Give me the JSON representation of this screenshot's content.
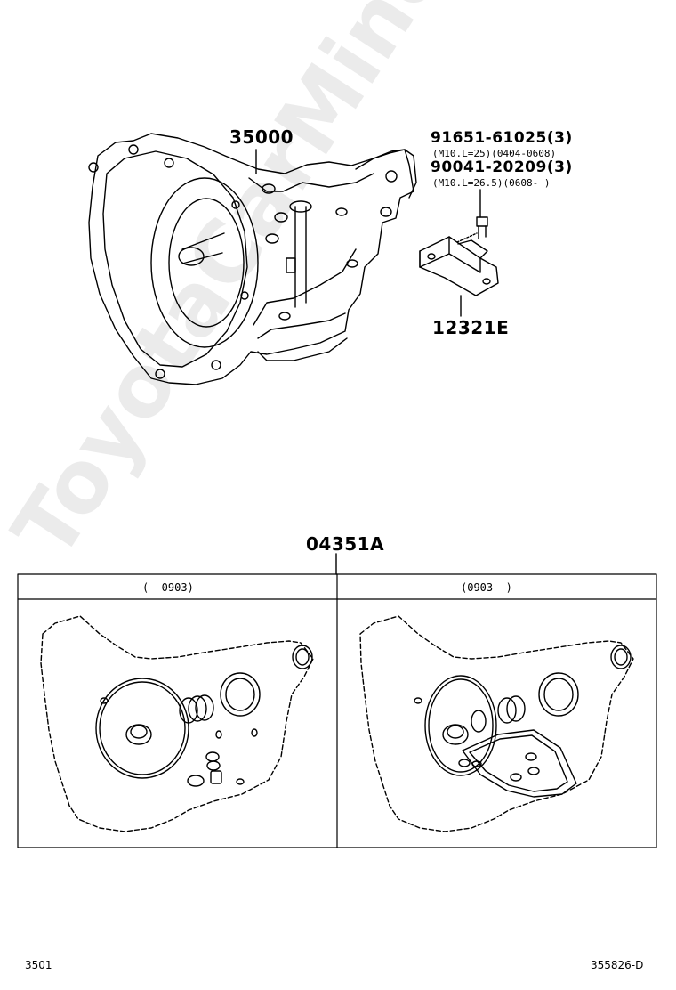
{
  "labels": {
    "assembly": "35000",
    "bolt_a": "91651-61025(3)",
    "bolt_a_spec": "(M10.L=25)(0404-0608)",
    "bolt_b": "90041-20209(3)",
    "bolt_b_spec": "(M10.L=26.5)(0608-      )",
    "mount": "12321E",
    "gasket_kit": "04351A"
  },
  "table": {
    "col_left": "(      -0903)",
    "col_right": "(0903-      )"
  },
  "footer": {
    "left": "3501",
    "right": "355826-D"
  },
  "watermark": "ToyotaCarMine.ru"
}
